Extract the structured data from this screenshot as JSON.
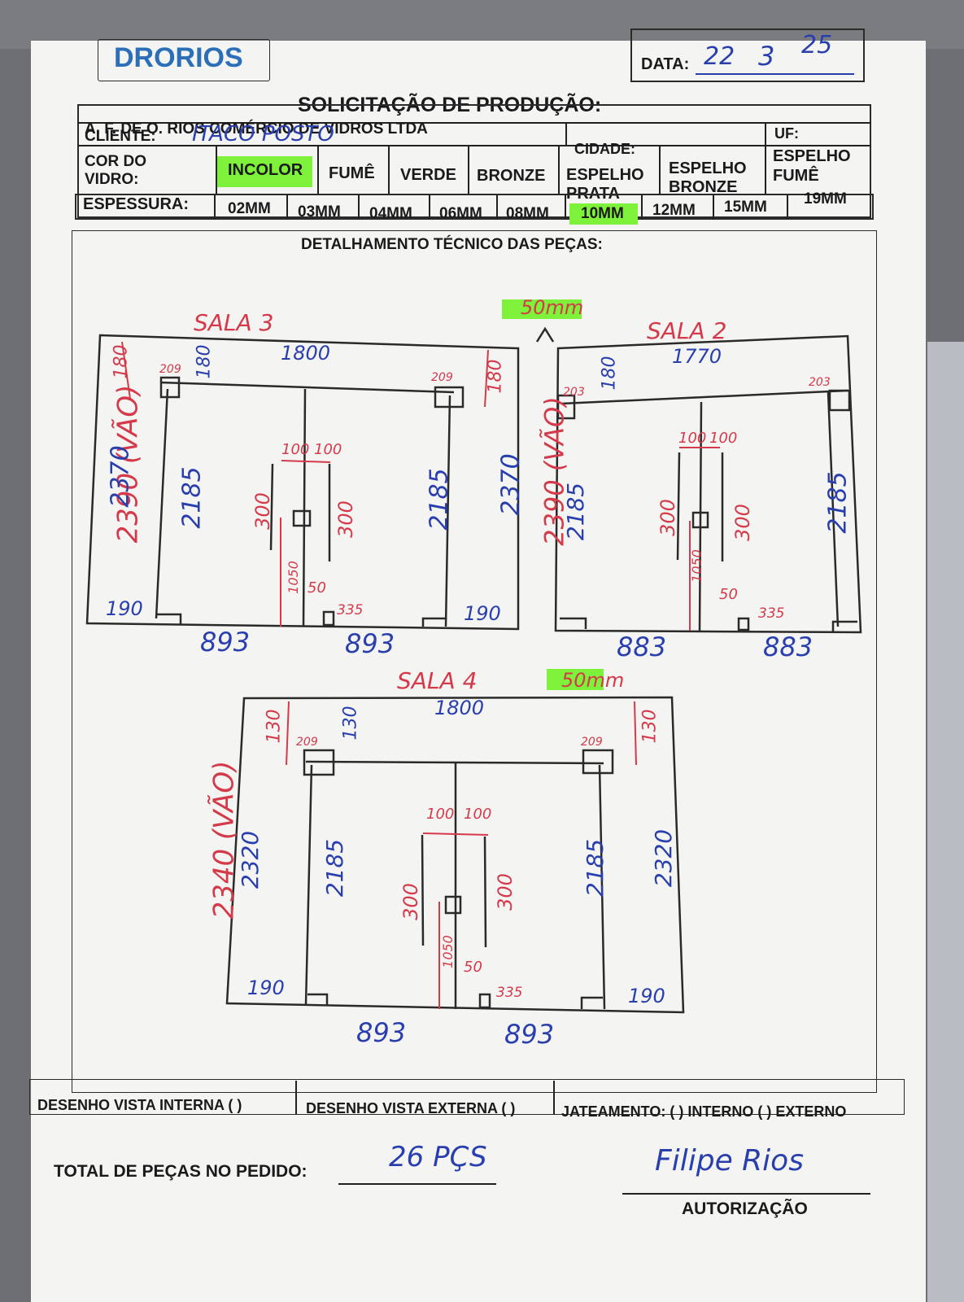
{
  "header": {
    "logo_text": "DRORIOS",
    "date_label": "DATA:",
    "date_day": "22",
    "date_month": "3",
    "date_year": "25",
    "form_title": "SOLICITAÇÃO DE PRODUÇÃO:",
    "company": "A. F. DE O. RIOS COMÉRCIO DE VIDROS LTDA",
    "client_label": "CLIENTE:",
    "client_value": "ITACO POSTO",
    "city_label": "CIDADE:",
    "uf_label": "UF:"
  },
  "glass_color": {
    "label_line1": "COR DO",
    "label_line2": "VIDRO:",
    "options": [
      "INCOLOR",
      "FUMÊ",
      "VERDE",
      "BRONZE",
      "ESPELHO PRATA",
      "ESPELHO BRONZE",
      "ESPELHO FUMÊ"
    ],
    "opt_espelho": "ESPELHO",
    "opt_prata": "PRATA",
    "opt_bronze2": "BRONZE",
    "opt_fume2": "FUMÊ",
    "selected": "INCOLOR"
  },
  "thickness": {
    "label": "ESPESSURA:",
    "options": [
      "02MM",
      "03MM",
      "04MM",
      "06MM",
      "08MM",
      "10MM",
      "12MM",
      "15MM",
      "19MM"
    ],
    "selected": "10MM"
  },
  "section_title": "DETALHAMENTO TÉCNICO DAS PEÇAS:",
  "drawings": {
    "sala3": {
      "title": "SALA 3",
      "note": "50mm",
      "total_height": "2390 (VÃO)",
      "width": "1800",
      "heights": [
        "2370",
        "2185",
        "2185",
        "2370"
      ],
      "top": [
        "180",
        "180",
        "180",
        "209",
        "209"
      ],
      "handle": [
        "100",
        "100",
        "300",
        "300",
        "1050",
        "50",
        "335"
      ],
      "bottom": [
        "190",
        "190"
      ],
      "leafs": [
        "893",
        "893"
      ]
    },
    "sala2": {
      "title": "SALA 2",
      "width": "1770",
      "total_height": "2390 (VÃO)",
      "heights": [
        "2185",
        "2185"
      ],
      "top": [
        "180",
        "203",
        "203"
      ],
      "handle": [
        "100",
        "100",
        "300",
        "300",
        "1050",
        "50",
        "335"
      ],
      "leafs": [
        "883",
        "883"
      ]
    },
    "sala4": {
      "title": "SALA 4",
      "note": "50mm",
      "width": "1800",
      "total_height": "2340 (VÃO)",
      "heights": [
        "2320",
        "2185",
        "2185",
        "2320"
      ],
      "top": [
        "130",
        "130",
        "130",
        "209",
        "209"
      ],
      "handle": [
        "100",
        "100",
        "300",
        "300",
        "1050",
        "50",
        "335"
      ],
      "bottom": [
        "190",
        "190"
      ],
      "leafs": [
        "893",
        "893"
      ]
    }
  },
  "footer": {
    "internal_view": "DESENHO VISTA INTERNA (  )",
    "external_view": "DESENHO VISTA EXTERNA (  )",
    "sandblast": "JATEAMENTO: (  ) INTERNO (  ) EXTERNO",
    "total_label": "TOTAL DE PEÇAS NO PEDIDO:",
    "total_value": "26 PÇS",
    "signature": "Filipe Rios",
    "authorization": "AUTORIZAÇÃO"
  }
}
